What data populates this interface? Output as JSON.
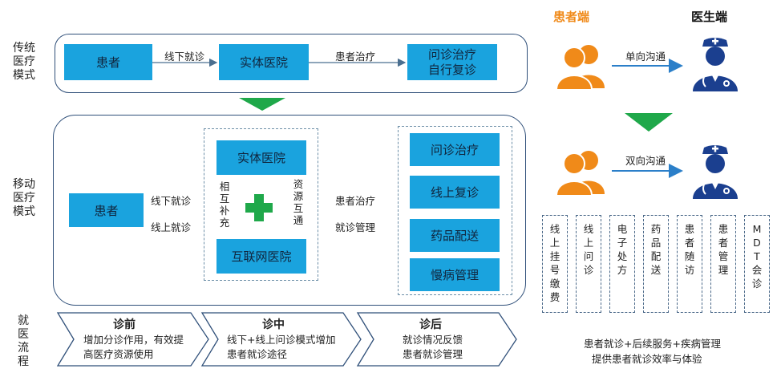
{
  "traditional": {
    "side_label": "传统\n医疗\n模式",
    "patient": "患者",
    "edge1": "线下就诊",
    "hospital": "实体医院",
    "edge2": "患者治疗",
    "result": "问诊治疗\n自行复诊"
  },
  "mobile": {
    "side_label": "移动\n医疗\n模式",
    "patient": "患者",
    "edge_offline": "线下就诊",
    "edge_online": "线上就诊",
    "physical_hospital": "实体医院",
    "internet_hospital": "互联网医院",
    "mutual": "相互补充",
    "resource": "资源互通",
    "edge_treat": "患者治疗",
    "edge_manage": "就诊管理",
    "services": [
      "问诊治疗",
      "线上复诊",
      "药品配送",
      "慢病管理"
    ]
  },
  "process": {
    "side_label": "就\n医\n流\n程",
    "stages": [
      {
        "title": "诊前",
        "text": "增加分诊作用，有效提\n高医疗资源使用"
      },
      {
        "title": "诊中",
        "text": "线下+线上问诊模式增加\n患者就诊途径"
      },
      {
        "title": "诊后",
        "text": "就诊情况反馈\n患者就诊管理"
      }
    ]
  },
  "right": {
    "patient_side": "患者端",
    "doctor_side": "医生端",
    "one_way": "单向沟通",
    "two_way": "双向沟通",
    "features": [
      "线上挂号缴费",
      "线上问诊",
      "电子处方",
      "药品配送",
      "患者随访",
      "患者管理",
      "MDT会诊"
    ],
    "summary1": "患者就诊+后续服务+疾病管理",
    "summary2": "提供患者就诊效率与体验"
  },
  "colors": {
    "box_blue": "#1aa3de",
    "arrow_green": "#1fa84a",
    "patient_orange": "#f08a19",
    "doctor_navy": "#1b3f8f",
    "border": "#2f4f79"
  }
}
